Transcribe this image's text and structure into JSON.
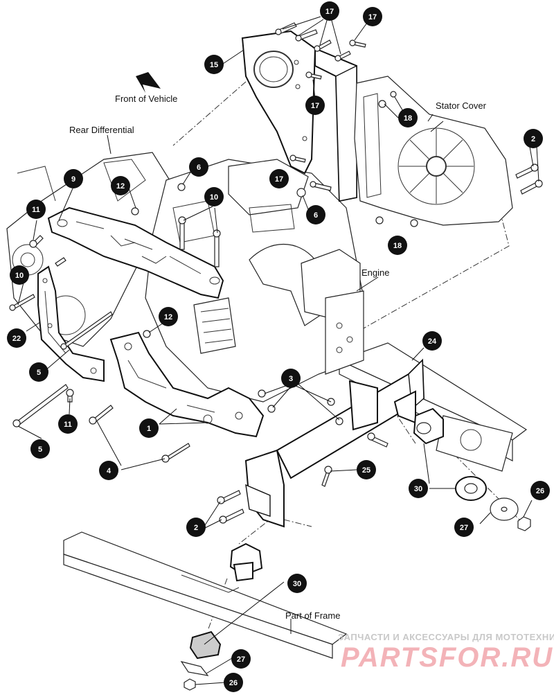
{
  "labels": {
    "front_of_vehicle": "Front of Vehicle",
    "rear_differential": "Rear Differential",
    "stator_cover": "Stator Cover",
    "engine": "Engine",
    "part_of_frame": "Part of Frame"
  },
  "watermark": {
    "line1": "ЗАПЧАСТИ И АКСЕССУАРЫ ДЛЯ МОТОТЕХНИКИ",
    "line2": "PARTSFOR.RU"
  },
  "callouts": [
    {
      "id": "c17a",
      "num": "17"
    },
    {
      "id": "c17b",
      "num": "17"
    },
    {
      "id": "c17c",
      "num": "17"
    },
    {
      "id": "c17d",
      "num": "17"
    },
    {
      "id": "c15",
      "num": "15"
    },
    {
      "id": "c18a",
      "num": "18"
    },
    {
      "id": "c18b",
      "num": "18"
    },
    {
      "id": "c2a",
      "num": "2"
    },
    {
      "id": "c2b",
      "num": "2"
    },
    {
      "id": "c9",
      "num": "9"
    },
    {
      "id": "c12a",
      "num": "12"
    },
    {
      "id": "c12b",
      "num": "12"
    },
    {
      "id": "c6a",
      "num": "6"
    },
    {
      "id": "c6b",
      "num": "6"
    },
    {
      "id": "c10a",
      "num": "10"
    },
    {
      "id": "c10b",
      "num": "10"
    },
    {
      "id": "c11a",
      "num": "11"
    },
    {
      "id": "c11b",
      "num": "11"
    },
    {
      "id": "c22",
      "num": "22"
    },
    {
      "id": "c5a",
      "num": "5"
    },
    {
      "id": "c5b",
      "num": "5"
    },
    {
      "id": "c3",
      "num": "3"
    },
    {
      "id": "c24",
      "num": "24"
    },
    {
      "id": "c1",
      "num": "1"
    },
    {
      "id": "c4",
      "num": "4"
    },
    {
      "id": "c25",
      "num": "25"
    },
    {
      "id": "c30a",
      "num": "30"
    },
    {
      "id": "c30b",
      "num": "30"
    },
    {
      "id": "c26a",
      "num": "26"
    },
    {
      "id": "c26b",
      "num": "26"
    },
    {
      "id": "c27a",
      "num": "27"
    },
    {
      "id": "c27b",
      "num": "27"
    }
  ]
}
